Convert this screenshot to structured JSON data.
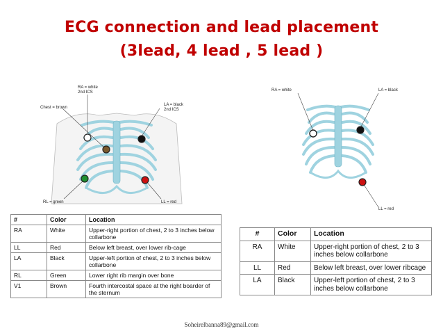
{
  "title": {
    "line1": "ECG connection and lead placement",
    "line2": "(3lead, 4 lead , 5 lead )"
  },
  "diagram_left": {
    "labels": {
      "ra": "RA = white",
      "ra_ics": "2nd ICS",
      "la": "LA = black",
      "la_ics": "2nd ICS",
      "chest": "Chest = brown",
      "rl": "RL = green",
      "ll": "LL = red"
    },
    "electrode_colors": {
      "ra": "#ffffff",
      "la": "#111111",
      "chest": "#7a5a2e",
      "rl": "#1f8f2f",
      "ll": "#cc1111"
    }
  },
  "diagram_right": {
    "labels": {
      "ra": "RA = white",
      "la": "LA = black",
      "ll": "LL = red"
    }
  },
  "table_5lead": {
    "headers": [
      "#",
      "Color",
      "Location"
    ],
    "rows": [
      [
        "RA",
        "White",
        "Upper-right portion of chest, 2 to 3 inches below collarbone"
      ],
      [
        "LL",
        "Red",
        "Below left breast, over lower rib-cage"
      ],
      [
        "LA",
        "Black",
        "Upper-left portion of chest, 2 to 3 inches below collarbone"
      ],
      [
        "RL",
        "Green",
        "Lower right rib margin over bone"
      ],
      [
        "V1",
        "Brown",
        "Fourth intercostal space at the right boarder of the sternum"
      ]
    ]
  },
  "table_3lead": {
    "headers": [
      "#",
      "Color",
      "Location"
    ],
    "rows": [
      [
        "RA",
        "White",
        "Upper-right portion of chest, 2 to 3 inches below collarbone"
      ],
      [
        "LL",
        "Red",
        "Below left breast, over lower ribcage"
      ],
      [
        "LA",
        "Black",
        "Upper-left portion of chest, 2 to 3 inches below collarbone"
      ]
    ]
  },
  "footer": {
    "email": "Soheirelbanna89@gmail.com"
  }
}
